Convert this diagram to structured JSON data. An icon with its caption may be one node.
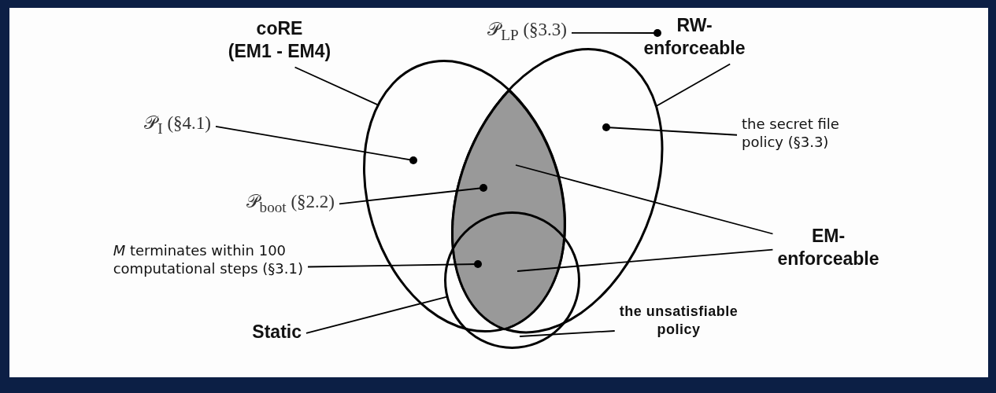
{
  "diagram": {
    "nodes": [
      {
        "text": [
          "coRE (EM1 - EM4)"
        ]
      },
      {
        "text": [
          "𝒫$_{LP}$ (§3.3)"
        ]
      },
      {
        "text": [],
        "shape": "circle"
      },
      {
        "text": [
          "RW- enforceable"
        ]
      },
      {
        "text": [],
        "shape": "ellipse"
      },
      {
        "text": [],
        "shape": "ellipse"
      },
      {
        "text": [
          "𝒫$_{I}$ (§4.1)"
        ]
      },
      {
        "text": [],
        "shape": "circle",
        "in": 4
      },
      {
        "text": [
          "the secret file policy (§3.3)"
        ]
      },
      {
        "text": [],
        "shape": "circle",
        "in": 5
      },
      {
        "text": [],
        "shape": "region"
      },
      {
        "text": [
          "𝒫$_{boot}$ (§2.2)"
        ]
      },
      {
        "text": [],
        "shape": "circle",
        "in": 10
      },
      {
        "text": [
          "EM- enforceable"
        ]
      },
      {
        "text": [
          "*M* terminates within 100 computational steps (§3.1)"
        ]
      },
      {
        "text": [],
        "shape": "circle"
      },
      {
        "text": [],
        "shape": "circle"
      },
      {
        "text": [
          "Static"
        ]
      },
      {
        "text": [
          "the unsatisfiable policy"
        ]
      }
    ],
    "edges": [
      {
        "from": 0,
        "to": 4,
        "arrow": "none"
      },
      {
        "from": 1,
        "to": 2,
        "arrow": "none"
      },
      {
        "from": 3,
        "to": 5,
        "arrow": "none"
      },
      {
        "from": 6,
        "to": 7,
        "arrow": "none"
      },
      {
        "from": 8,
        "to": 9,
        "arrow": "none"
      },
      {
        "from": 11,
        "to": 12,
        "arrow": "none"
      },
      {
        "from": 13,
        "to": 10,
        "arrow": "none"
      },
      {
        "from": 13,
        "to": 10,
        "arrow": "none"
      },
      {
        "from": 14,
        "to": 16,
        "arrow": "none"
      },
      {
        "from": 17,
        "to": 15,
        "arrow": "none"
      },
      {
        "from": 18,
        "to": 15,
        "arrow": "none"
      }
    ]
  }
}
